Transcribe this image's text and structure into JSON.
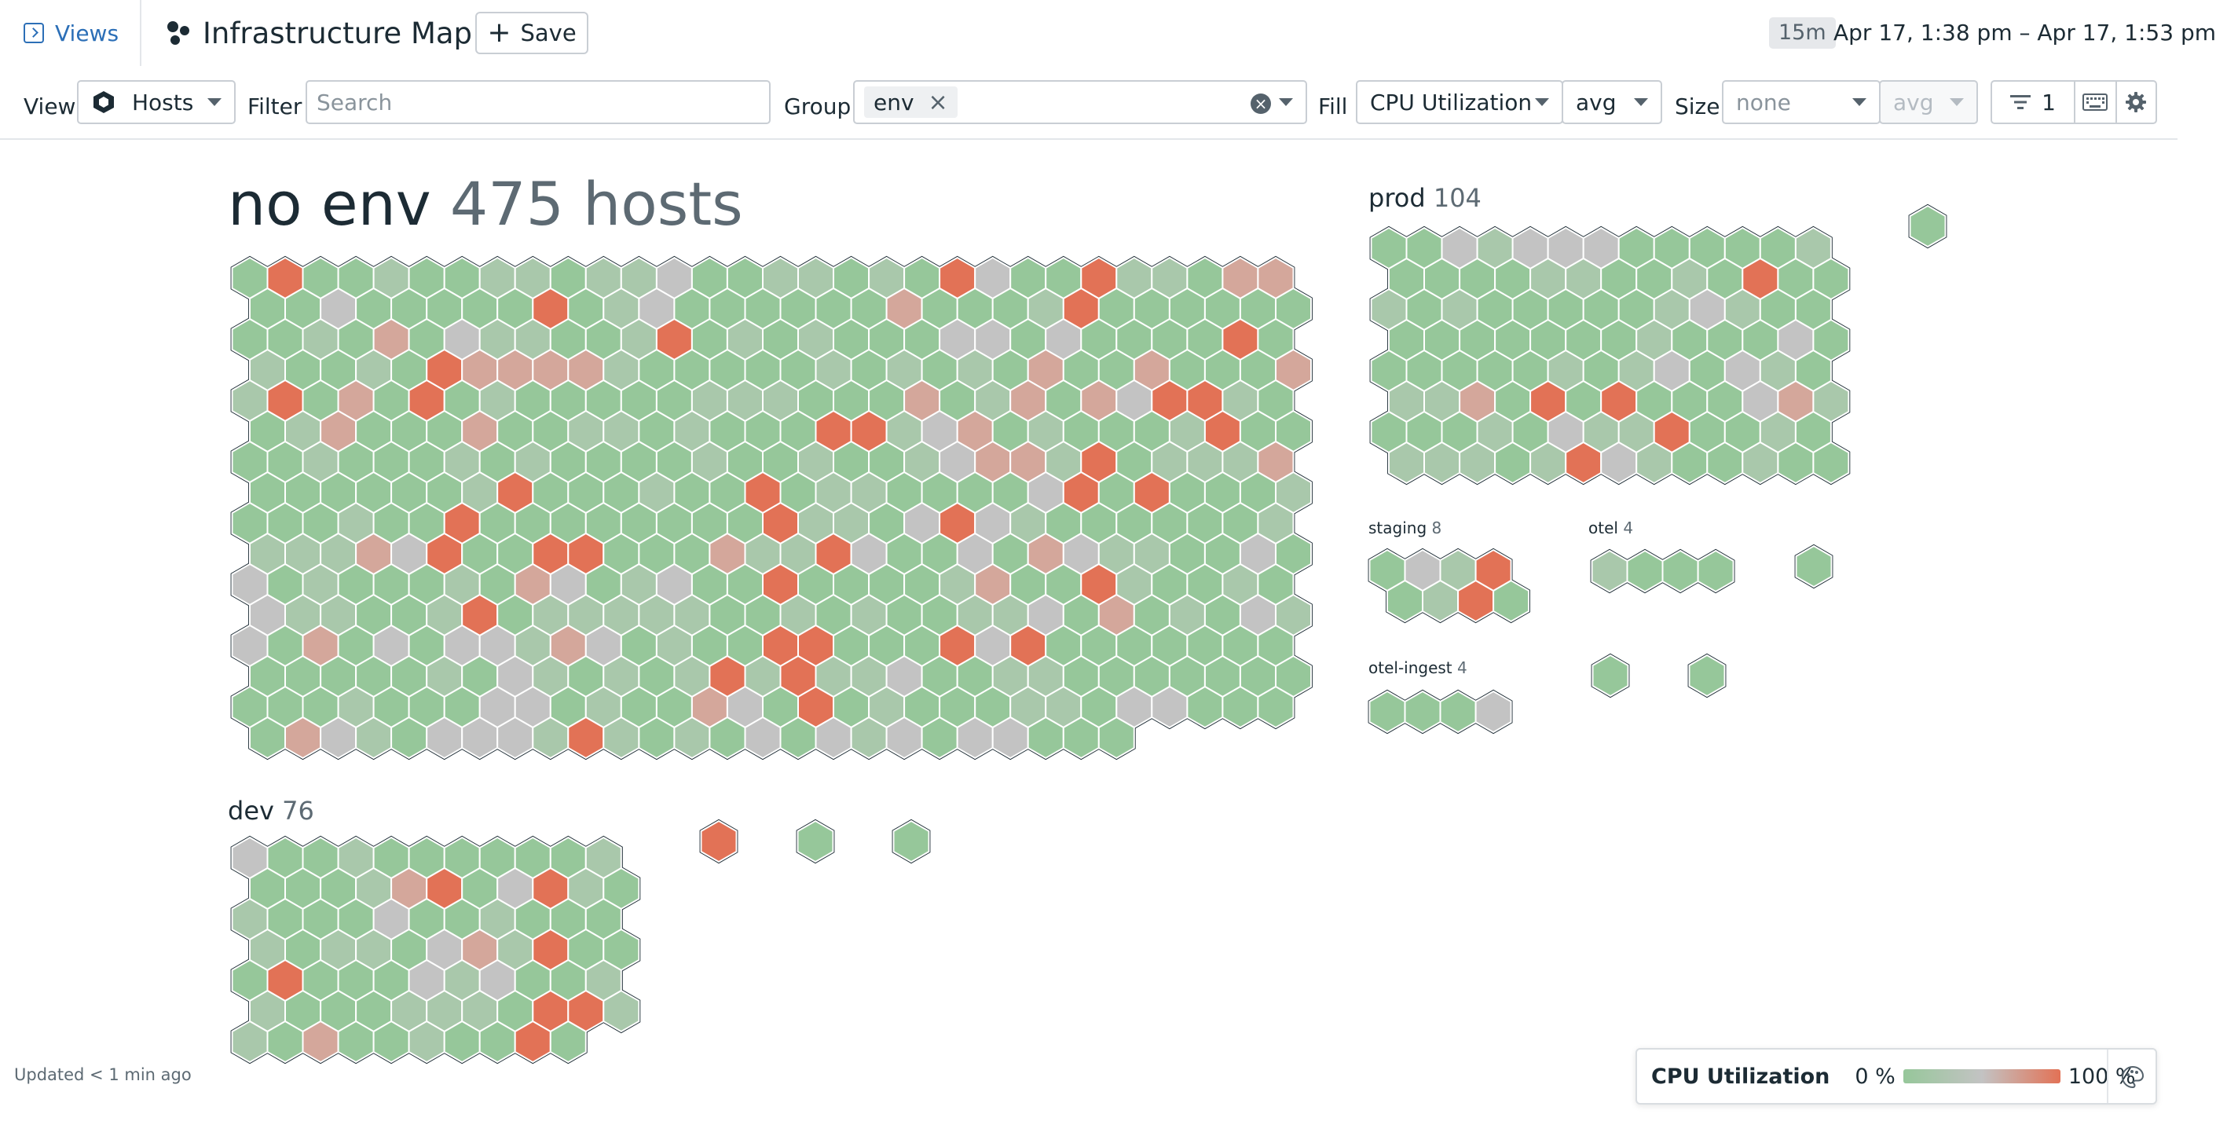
{
  "header": {
    "views_label": "Views",
    "title": "Infrastructure Map",
    "save_label": "Save",
    "time_badge": "15m",
    "time_range": "Apr 17, 1:38 pm – Apr 17, 1:53 pm"
  },
  "toolbar": {
    "view_label": "View",
    "view_value": "Hosts",
    "filter_label": "Filter",
    "filter_placeholder": "Search",
    "group_label": "Group",
    "group_tag": "env",
    "fill_label": "Fill",
    "fill_metric": "CPU Utilization",
    "fill_agg": "avg",
    "size_label": "Size",
    "size_metric": "none",
    "size_agg": "avg",
    "filter_count": "1"
  },
  "colors": {
    "low": "#96c79a",
    "mid": "#c3c3c3",
    "high": "#e27256",
    "accent": "#2c6fb7"
  },
  "groups": [
    {
      "name": "no env",
      "count": "475 hosts",
      "hosts": 475
    },
    {
      "name": "prod",
      "count": "104",
      "hosts": 104
    },
    {
      "name": "staging",
      "count": "8",
      "hosts": 8
    },
    {
      "name": "otel",
      "count": "4",
      "hosts": 4
    },
    {
      "name": "otel-ingest",
      "count": "4",
      "hosts": 4
    },
    {
      "name": "dev",
      "count": "76",
      "hosts": 76
    }
  ],
  "footer": {
    "updated": "Updated < 1 min ago"
  },
  "legend": {
    "metric": "CPU Utilization",
    "min": "0 %",
    "max": "100 %"
  }
}
